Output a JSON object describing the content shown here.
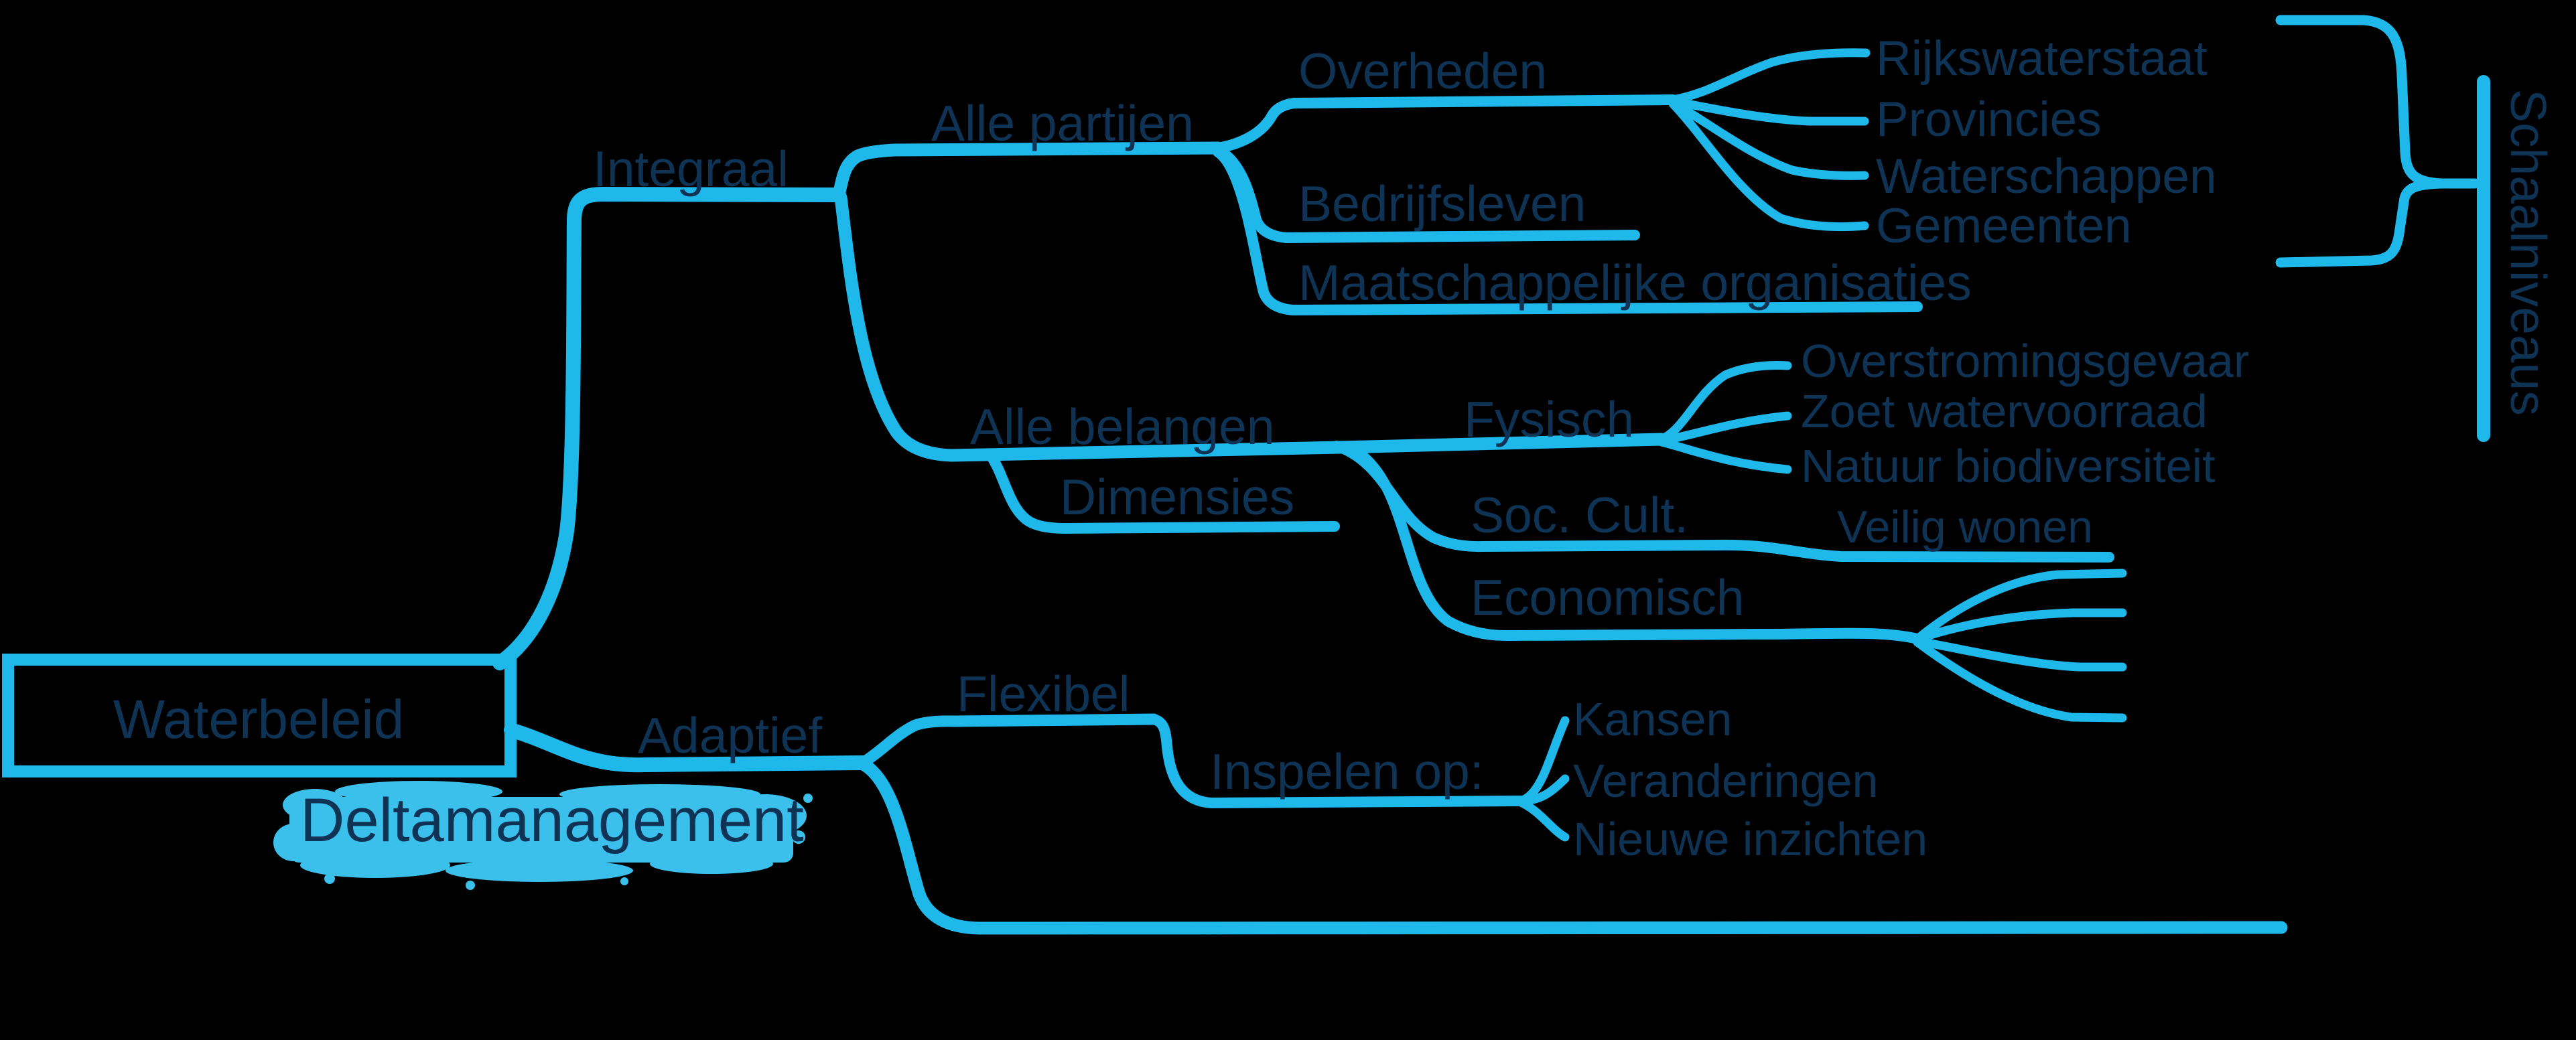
{
  "canvas": {
    "background": "#000000"
  },
  "palette": {
    "branch": "#1FB8EB",
    "text": "#0E3355",
    "highlight": "#3EC8F5"
  },
  "root": {
    "label": "Waterbeleid"
  },
  "annotation": {
    "label": "Deltamanagement"
  },
  "axis": {
    "label": "Schaalniveaus"
  },
  "branches": {
    "integraal": {
      "label": "Integraal"
    },
    "allePartijen": {
      "label": "Alle partijen"
    },
    "overheden": {
      "label": "Overheden"
    },
    "rijkswaterstaat": {
      "label": "Rijkswaterstaat"
    },
    "provincies": {
      "label": "Provincies"
    },
    "waterschappen": {
      "label": "Waterschappen"
    },
    "gemeenten": {
      "label": "Gemeenten"
    },
    "bedrijfsleven": {
      "label": "Bedrijfsleven"
    },
    "maatschappelijkeOrganisaties": {
      "label": "Maatschappelijke organisaties"
    },
    "alleBelangen": {
      "label": "Alle belangen"
    },
    "fysisch": {
      "label": "Fysisch"
    },
    "overstromingsgevaar": {
      "label": "Overstromingsgevaar"
    },
    "zoetWatervoorraad": {
      "label": "Zoet watervoorraad"
    },
    "natuurBiodiversiteit": {
      "label": "Natuur biodiversiteit"
    },
    "dimensies": {
      "label": "Dimensies"
    },
    "socCult": {
      "label": "Soc. Cult."
    },
    "veiligWonen": {
      "label": "Veilig wonen"
    },
    "economisch": {
      "label": "Economisch"
    },
    "adaptief": {
      "label": "Adaptief"
    },
    "flexibel": {
      "label": "Flexibel"
    },
    "inspelenOp": {
      "label": "Inspelen op:"
    },
    "kansen": {
      "label": "Kansen"
    },
    "veranderingen": {
      "label": "Veranderingen"
    },
    "nieuweInzichten": {
      "label": "Nieuwe inzichten"
    }
  }
}
